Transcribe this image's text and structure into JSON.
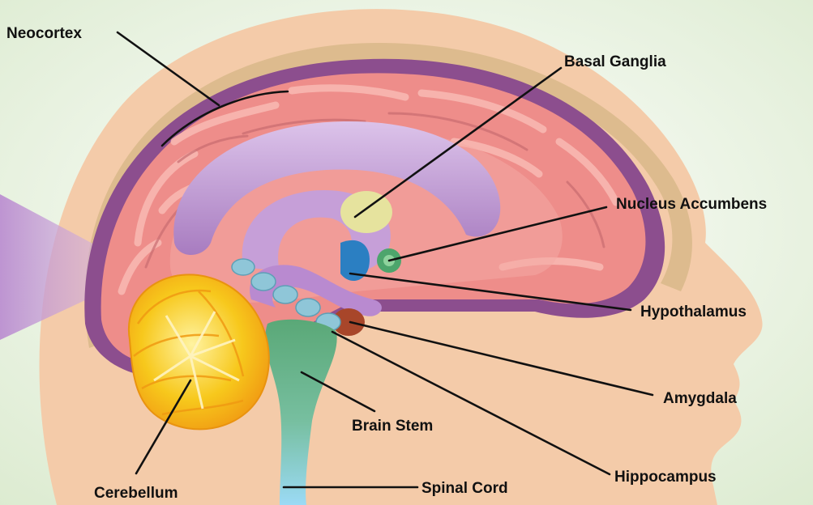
{
  "labels": {
    "neocortex": "Neocortex",
    "basal_ganglia": "Basal Ganglia",
    "nucleus_accumbens": "Nucleus Accumbens",
    "hypothalamus": "Hypothalamus",
    "amygdala": "Amygdala",
    "brain_stem": "Brain Stem",
    "hippocampus": "Hippocampus",
    "cerebellum": "Cerebellum",
    "spinal_cord": "Spinal Cord"
  },
  "colors": {
    "background": "#e9f3e0",
    "head_skin": "#f3c9a6",
    "skull_band": "#d9b98c",
    "meninges": "#8d4f8f",
    "cortex": "#ef8f8c",
    "cortex_fold": "#f6b3ad",
    "corpus_callosum": "#c9a2d8",
    "basal_ganglia": "#e8e4a0",
    "nucleus_accumbens": "#4fa66e",
    "hypothalamus": "#2a7fc1",
    "amygdala": "#a8472b",
    "hippocampus": "#8fc7d9",
    "cerebellum": "#f6c21a",
    "brain_stem": "#6fb07a",
    "spinal_cord": "#8fd3ef",
    "leader_line": "#111111"
  }
}
